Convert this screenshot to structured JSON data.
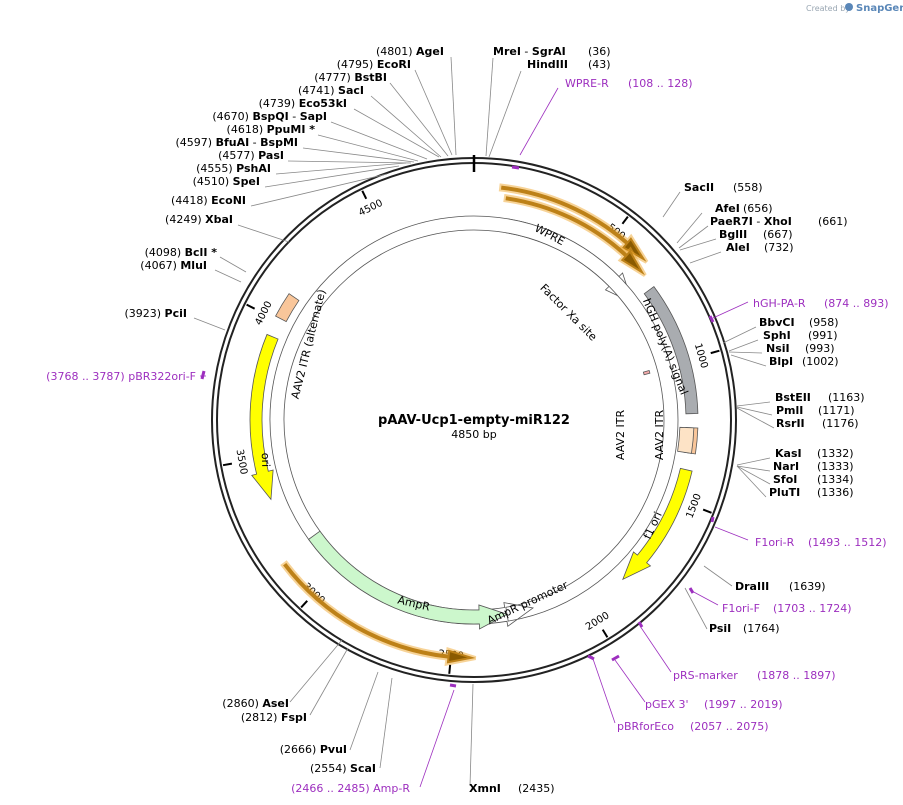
{
  "branding": {
    "created_by": "Created by",
    "app": "SnapGene"
  },
  "plasmid": {
    "name": "pAAV-Ucp1-empty-miR122",
    "length_label": "4850 bp",
    "length": 4850
  },
  "ticks": [
    {
      "pos": 500,
      "label": "500"
    },
    {
      "pos": 1000,
      "label": "1000"
    },
    {
      "pos": 1500,
      "label": "1500"
    },
    {
      "pos": 2000,
      "label": "2000"
    },
    {
      "pos": 2500,
      "label": "2500"
    },
    {
      "pos": 3000,
      "label": "3000"
    },
    {
      "pos": 3500,
      "label": "3500"
    },
    {
      "pos": 4000,
      "label": "4000"
    },
    {
      "pos": 4500,
      "label": "4500"
    }
  ],
  "features": [
    {
      "name": "WPRE",
      "start": 130,
      "end": 720,
      "color": "#ffffff",
      "ring": 1,
      "type": "arrow"
    },
    {
      "name": "hGH poly(A) signal",
      "start": 720,
      "end": 1190,
      "color": "#a9acb0",
      "ring": 0,
      "type": "box"
    },
    {
      "name": "AAV2 ITR",
      "start": 1240,
      "end": 1330,
      "color": "#f9c69a",
      "ring": 0,
      "type": "box"
    },
    {
      "name": "AAV2 ITR",
      "start": 1240,
      "end": 1330,
      "color": "#fde3c6",
      "ring": 2,
      "type": "box"
    },
    {
      "name": "f1 ori",
      "start": 1390,
      "end": 1845,
      "color": "#ffff00",
      "ring": 0,
      "type": "arrow"
    },
    {
      "name": "AmpR promoter",
      "start": 2190,
      "end": 2295,
      "color": "#ffffff",
      "ring": 1,
      "type": "arrow_rev"
    },
    {
      "name": "AmpR",
      "start": 2295,
      "end": 3155,
      "color": "#ccf7cc",
      "ring": 1,
      "type": "arrow_rev"
    },
    {
      "name": "ori",
      "start": 3350,
      "end": 3940,
      "color": "#ffff00",
      "ring": 0,
      "type": "arrow_rev"
    },
    {
      "name": "AAV2 ITR (alternate)",
      "start": 4010,
      "end": 4100,
      "color": "#f9c69a",
      "ring": 0,
      "type": "box"
    },
    {
      "name": "Factor Xa site",
      "start": 1000,
      "end": 1012,
      "color": "#f4aaaa",
      "ring": 3,
      "type": "box"
    }
  ],
  "orfs": [
    {
      "start": 90,
      "end": 640,
      "dir": 1
    },
    {
      "start": 110,
      "end": 670,
      "dir": 1
    },
    {
      "start": 2420,
      "end": 3135,
      "dir": -1
    }
  ],
  "enzymes_left": [
    {
      "pos": "(4801)",
      "name": "AgeI"
    },
    {
      "pos": "(4795)",
      "name": "EcoRI"
    },
    {
      "pos": "(4777)",
      "name": "BstBI"
    },
    {
      "pos": "(4741)",
      "name": "SacI"
    },
    {
      "pos": "(4739)",
      "name": "Eco53kI"
    },
    {
      "pos": "(4670)",
      "name": "BspQI",
      "name2": "SapI"
    },
    {
      "pos": "(4618)",
      "name": "PpuMI *"
    },
    {
      "pos": "(4597)",
      "name": "BfuAI",
      "name2": "BspMI"
    },
    {
      "pos": "(4577)",
      "name": "PasI"
    },
    {
      "pos": "(4555)",
      "name": "PshAI"
    },
    {
      "pos": "(4510)",
      "name": "SpeI"
    },
    {
      "pos": "(4418)",
      "name": "EcoNI"
    },
    {
      "pos": "(4249)",
      "name": "XbaI"
    },
    {
      "pos": "(4098)",
      "name": "BclI *"
    },
    {
      "pos": "(4067)",
      "name": "MluI"
    },
    {
      "pos": "(3923)",
      "name": "PciI"
    }
  ],
  "enzymes_top": [
    {
      "name": "MreI",
      "name2": "SgrAI",
      "pos": "(36)"
    },
    {
      "name": "HindIII",
      "pos": "(43)"
    }
  ],
  "enzymes_right": [
    {
      "name": "SacII",
      "pos": "(558)"
    },
    {
      "name": "AfeI",
      "pos": "(656)"
    },
    {
      "name": "PaeR7I",
      "name2": "XhoI",
      "pos": "(661)"
    },
    {
      "name": "BglII",
      "pos": "(667)"
    },
    {
      "name": "AleI",
      "pos": "(732)"
    },
    {
      "name": "BbvCI",
      "pos": "(958)"
    },
    {
      "name": "SphI",
      "pos": "(991)"
    },
    {
      "name": "NsiI",
      "pos": "(993)"
    },
    {
      "name": "BlpI",
      "pos": "(1002)"
    },
    {
      "name": "BstEII",
      "pos": "(1163)"
    },
    {
      "name": "PmlI",
      "pos": "(1171)"
    },
    {
      "name": "RsrII",
      "pos": "(1176)"
    },
    {
      "name": "KasI",
      "pos": "(1332)"
    },
    {
      "name": "NarI",
      "pos": "(1333)"
    },
    {
      "name": "SfoI",
      "pos": "(1334)"
    },
    {
      "name": "PluTI",
      "pos": "(1336)"
    },
    {
      "name": "DraIII",
      "pos": "(1639)"
    },
    {
      "name": "PsiI",
      "pos": "(1764)"
    }
  ],
  "enzymes_bottom": [
    {
      "pos": "(2860)",
      "name": "AseI"
    },
    {
      "pos": "(2812)",
      "name": "FspI"
    },
    {
      "pos": "(2666)",
      "name": "PvuI"
    },
    {
      "pos": "(2554)",
      "name": "ScaI"
    },
    {
      "name": "XmnI",
      "pos": "(2435)"
    }
  ],
  "primers": [
    {
      "name": "WPRE-R",
      "range": "(108 .. 128)"
    },
    {
      "name": "hGH-PA-R",
      "range": "(874 .. 893)"
    },
    {
      "name": "F1ori-R",
      "range": "(1493 .. 1512)"
    },
    {
      "name": "F1ori-F",
      "range": "(1703 .. 1724)"
    },
    {
      "name": "pRS-marker",
      "range": "(1878 .. 1897)"
    },
    {
      "name": "pGEX 3'",
      "range": "(1997 .. 2019)"
    },
    {
      "name": "pBRforEco",
      "range": "(2057 .. 2075)"
    },
    {
      "name": "Amp-R",
      "range": "(2466 .. 2485)"
    },
    {
      "name": "pBR322ori-F",
      "range": "(3768 .. 3787)"
    }
  ],
  "colors": {
    "primer": "#9d2fbf",
    "orf": "#f0a830",
    "backbone": "#222222"
  }
}
